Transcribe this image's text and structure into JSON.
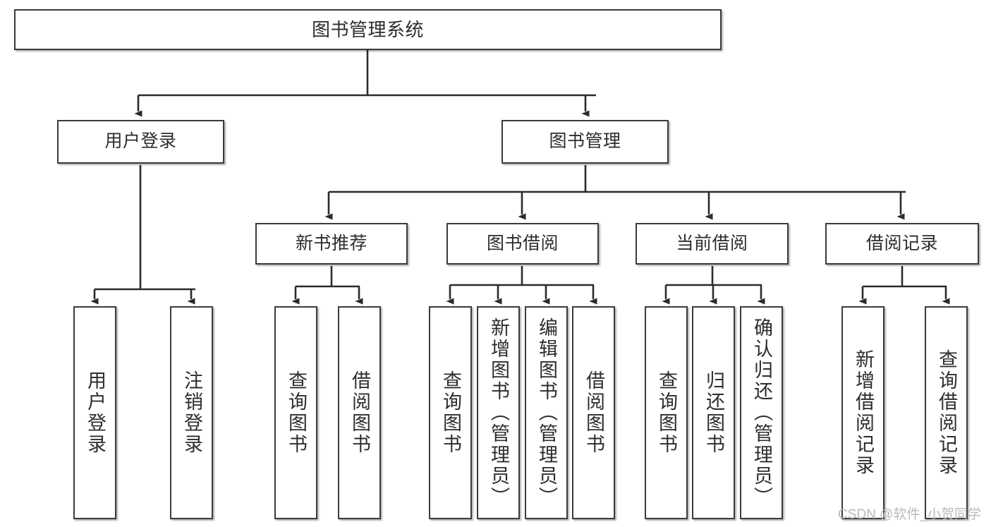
{
  "diagram": {
    "type": "tree-hierarchy",
    "title": "图书管理系统",
    "watermark": "CSDN @软件_小贺同学",
    "colors": {
      "box_border": "#3b3b3b",
      "box_fill": "#ffffff",
      "edge": "#2b2b2b",
      "text": "#2d2d2d",
      "watermark": "#b9b9b9"
    },
    "nodes": {
      "root": {
        "label": "图书管理系统",
        "level": 1,
        "orientation": "horizontal"
      },
      "l2": [
        {
          "id": "user-login",
          "label": "用户登录",
          "level": 2,
          "orientation": "horizontal"
        },
        {
          "id": "book-manage",
          "label": "图书管理",
          "level": 2,
          "orientation": "horizontal"
        }
      ],
      "l3": [
        {
          "id": "new-book-recommend",
          "label": "新书推荐",
          "level": 3,
          "orientation": "horizontal",
          "parent": "book-manage"
        },
        {
          "id": "book-borrow",
          "label": "图书借阅",
          "level": 3,
          "orientation": "horizontal",
          "parent": "book-manage"
        },
        {
          "id": "current-borrow",
          "label": "当前借阅",
          "level": 3,
          "orientation": "horizontal",
          "parent": "book-manage"
        },
        {
          "id": "borrow-record",
          "label": "借阅记录",
          "level": 3,
          "orientation": "horizontal",
          "parent": "book-manage"
        }
      ],
      "leaves": [
        {
          "id": "leaf-user-login",
          "label": "用户登录",
          "parent": "user-login",
          "orientation": "vertical"
        },
        {
          "id": "leaf-logout",
          "label": "注销登录",
          "parent": "user-login",
          "orientation": "vertical"
        },
        {
          "id": "leaf-query-book-1",
          "label": "查询图书",
          "parent": "new-book-recommend",
          "orientation": "vertical"
        },
        {
          "id": "leaf-borrow-book-1",
          "label": "借阅图书",
          "parent": "new-book-recommend",
          "orientation": "vertical"
        },
        {
          "id": "leaf-query-book-2",
          "label": "查询图书",
          "parent": "book-borrow",
          "orientation": "vertical"
        },
        {
          "id": "leaf-add-book",
          "label": "新增图书（管理员）",
          "parent": "book-borrow",
          "orientation": "vertical"
        },
        {
          "id": "leaf-edit-book",
          "label": "编辑图书（管理员）",
          "parent": "book-borrow",
          "orientation": "vertical"
        },
        {
          "id": "leaf-borrow-book-2",
          "label": "借阅图书",
          "parent": "book-borrow",
          "orientation": "vertical"
        },
        {
          "id": "leaf-query-book-3",
          "label": "查询图书",
          "parent": "current-borrow",
          "orientation": "vertical"
        },
        {
          "id": "leaf-return-book",
          "label": "归还图书",
          "parent": "current-borrow",
          "orientation": "vertical"
        },
        {
          "id": "leaf-confirm-return",
          "label": "确认归还（管理员）",
          "parent": "current-borrow",
          "orientation": "vertical"
        },
        {
          "id": "leaf-add-record",
          "label": "新增借阅记录",
          "parent": "borrow-record",
          "orientation": "vertical"
        },
        {
          "id": "leaf-query-record",
          "label": "查询借阅记录",
          "parent": "borrow-record",
          "orientation": "vertical"
        }
      ]
    }
  }
}
